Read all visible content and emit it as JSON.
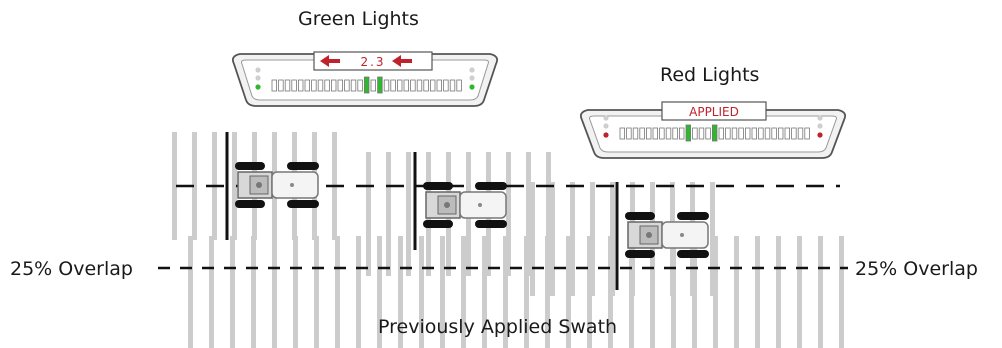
{
  "labels": {
    "green_lights": "Green Lights",
    "red_lights": "Red Lights",
    "overlap_left": "25% Overlap",
    "overlap_right": "25% Overlap",
    "previously_applied_swath": "Previously Applied Swath"
  },
  "lightbar_green": {
    "readout": "2.3",
    "arrow_icon": "left-arrow-icon",
    "side_led_color": "#2db82d",
    "center_led_color": "#2db82d"
  },
  "lightbar_red": {
    "readout": "APPLIED",
    "side_led_color": "#c0222b",
    "center_led_color": "#2db82d"
  },
  "colors": {
    "swath_stripe": "#cccccc",
    "text": "#1a1a1a",
    "readout_text": "#c0222b",
    "tire": "#111111"
  },
  "icons": [
    "lightbar-icon",
    "sprayer-vehicle-icon",
    "left-arrow-icon"
  ]
}
